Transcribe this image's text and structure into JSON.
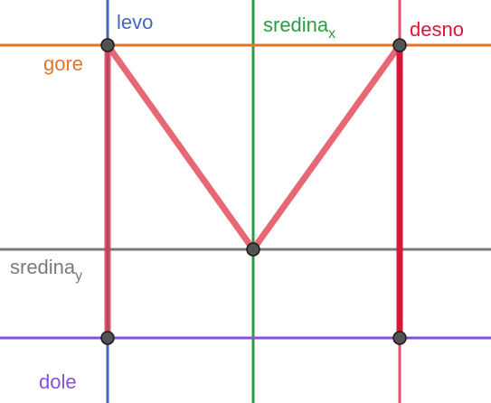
{
  "diagram": {
    "labels": {
      "levo": "levo",
      "sredina_x_base": "sredina",
      "sredina_x_sub": "x",
      "desno": "desno",
      "gore": "gore",
      "sredina_y_base": "sredina",
      "sredina_y_sub": "y",
      "dole": "dole"
    },
    "colors": {
      "levo": "#4466bb",
      "sredina_x": "#2e9a45",
      "desno": "#d9163a",
      "gore": "#e5742a",
      "sredina_y": "#7a7a7a",
      "dole": "#8650d8",
      "letter": "#e45866",
      "letter_left": "#d33a52",
      "letter_right": "#d9163a",
      "point_fill": "#525252"
    }
  }
}
